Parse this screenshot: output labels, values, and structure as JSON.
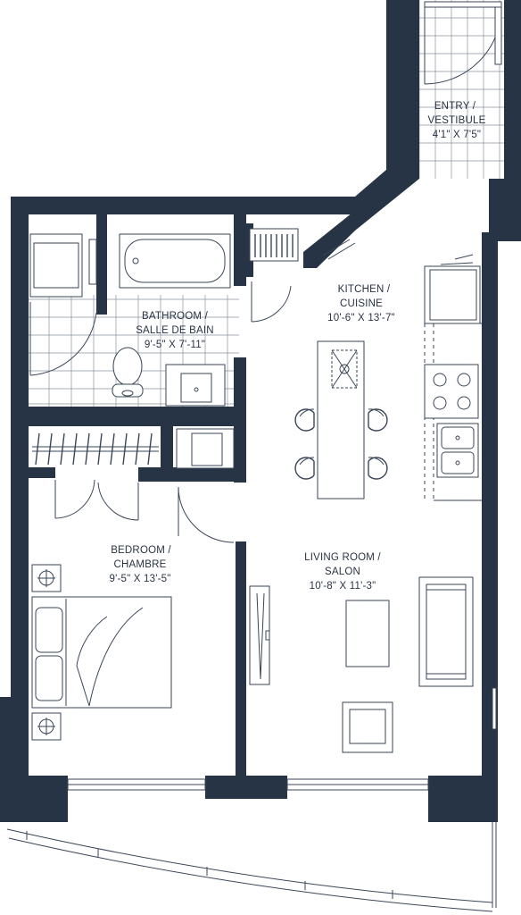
{
  "rooms": {
    "entry": {
      "name_line1": "ENTRY /",
      "name_line2": "VESTIBULE",
      "dims": "4'1\" X 7'5\""
    },
    "kitchen": {
      "name_line1": "KITCHEN /",
      "name_line2": "CUISINE",
      "dims": "10'-6\" X 13'-7\""
    },
    "bathroom": {
      "name_line1": "BATHROOM /",
      "name_line2": "SALLE DE BAIN",
      "dims": "9'-5\" X 7'-11\""
    },
    "bedroom": {
      "name_line1": "BEDROOM /",
      "name_line2": "CHAMBRE",
      "dims": "9'-5\" X 13'-5\""
    },
    "living": {
      "name_line1": "LIVING ROOM /",
      "name_line2": "SALON",
      "dims": "10'-8\" X 11'-3\""
    }
  },
  "colors": {
    "wall": "#263445",
    "line": "#3a4657",
    "background": "#ffffff"
  }
}
